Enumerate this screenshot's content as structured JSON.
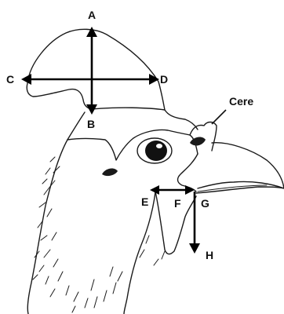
{
  "labels": {
    "a": "A",
    "b": "B",
    "c": "C",
    "d": "D",
    "e": "E",
    "f": "F",
    "g": "G",
    "h": "H",
    "cere": "Cere"
  }
}
